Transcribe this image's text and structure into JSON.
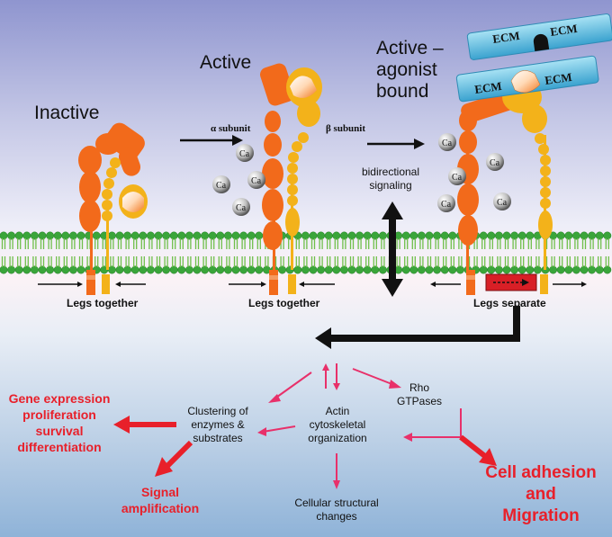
{
  "states": {
    "inactive": "Inactive",
    "active": "Active",
    "agonist_line1": "Active –",
    "agonist_line2": "agonist",
    "agonist_line3": "bound"
  },
  "subunits": {
    "alpha": "α subunit",
    "beta": "β subunit"
  },
  "ions": {
    "calcium": "Ca"
  },
  "ecm": "ECM",
  "signaling": {
    "line1": "bidirectional",
    "line2": "signaling"
  },
  "legs": {
    "together_1": "Legs together",
    "together_2": "Legs together",
    "separate": "Legs separate"
  },
  "outcomes": {
    "rho_line1": "Rho",
    "rho_line2": "GTPases",
    "actin_line1": "Actin",
    "actin_line2": "cytoskeletal",
    "actin_line3": "organization",
    "clustering_line1": "Clustering of",
    "clustering_line2": "enzymes &",
    "clustering_line3": "substrates",
    "structural_line1": "Cellular structural",
    "structural_line2": "changes",
    "gene_line1": "Gene expression",
    "gene_line2": "proliferation",
    "gene_line3": "survival",
    "gene_line4": "differentiation",
    "signal_line1": "Signal",
    "signal_line2": "amplification",
    "adhesion_line1": "Cell adhesion",
    "adhesion_line2": "and",
    "adhesion_line3": "Migration"
  },
  "colors": {
    "alpha_subunit": "#f26a1b",
    "beta_subunit": "#f3b21a",
    "membrane": "#3aa53a",
    "ecm": "#6ec6e6",
    "red_text": "#e8202a",
    "pink_arrow": "#e8306a"
  }
}
